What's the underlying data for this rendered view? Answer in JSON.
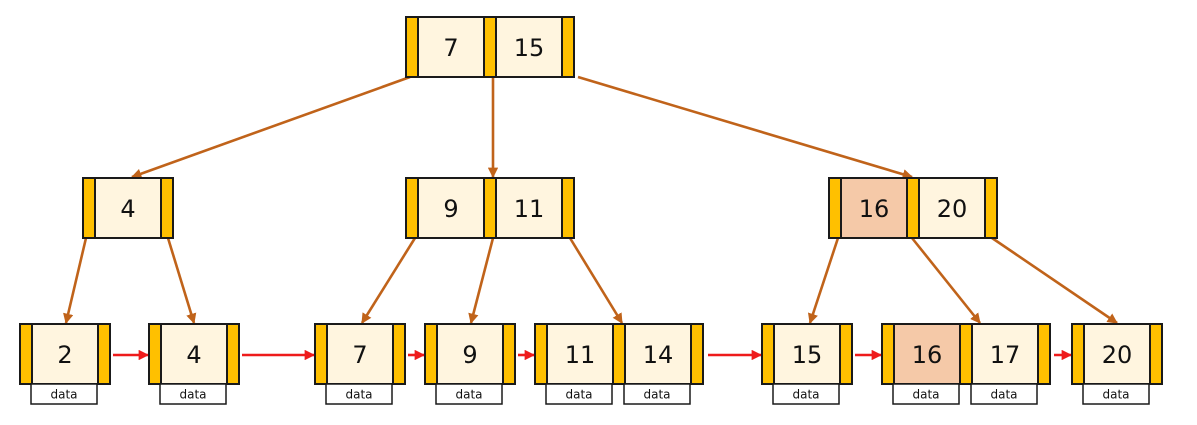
{
  "colors": {
    "key_fill": "#fff5df",
    "highlight_fill": "#f5c9a8",
    "pointer_fill": "#ffc000",
    "tree_edge": "#c0631a",
    "leaf_link": "#ee1b1b"
  },
  "tree": {
    "root": {
      "keys": [
        "7",
        "15"
      ]
    },
    "internal": [
      {
        "keys": [
          "4"
        ]
      },
      {
        "keys": [
          "9",
          "11"
        ]
      },
      {
        "keys": [
          "16",
          "20"
        ],
        "highlight_key": "16"
      }
    ],
    "leaves": [
      {
        "keys": [
          "2"
        ]
      },
      {
        "keys": [
          "4"
        ]
      },
      {
        "keys": [
          "7"
        ]
      },
      {
        "keys": [
          "9"
        ]
      },
      {
        "keys": [
          "11",
          "14"
        ]
      },
      {
        "keys": [
          "15"
        ]
      },
      {
        "keys": [
          "16",
          "17"
        ],
        "highlight_key": "16"
      },
      {
        "keys": [
          "20"
        ]
      }
    ],
    "data_label": "data"
  }
}
